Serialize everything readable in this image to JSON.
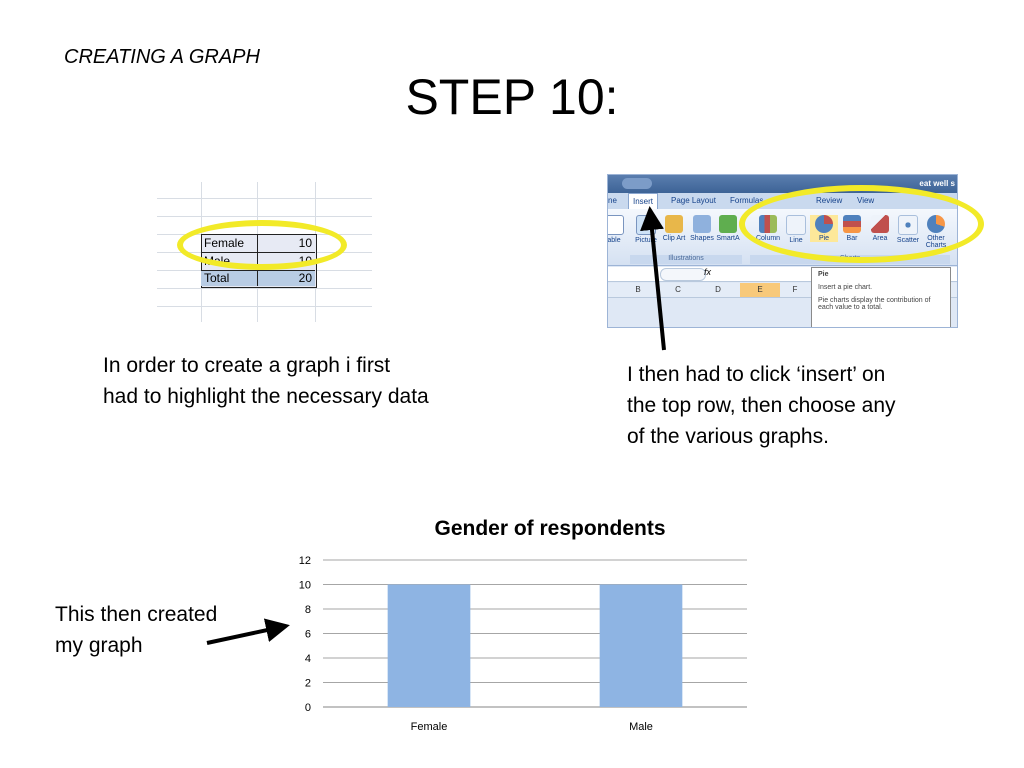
{
  "slide": {
    "subtitle": "CREATING A GRAPH",
    "title": "STEP 10:",
    "caption_left": [
      "In order to create a graph i first",
      "had to highlight the necessary data"
    ],
    "caption_right": [
      "I then had to click ‘insert’ on",
      "the top row, then choose any",
      "of the various graphs."
    ],
    "caption_bottom": [
      "This then created",
      "my graph"
    ]
  },
  "excel": {
    "rows": [
      {
        "label": "Female",
        "value": "10"
      },
      {
        "label": "Male",
        "value": "10"
      },
      {
        "label": "Total",
        "value": "20"
      }
    ],
    "accent": "#f2ea28"
  },
  "ribbon": {
    "window_title": "eat well s",
    "tabs": [
      "ne",
      "Insert",
      "Page Layout",
      "Formulas",
      "Review",
      "View"
    ],
    "active_tab": "Insert",
    "buttons": [
      "able",
      "Picture",
      "Clip Art",
      "Shapes",
      "SmartA",
      "Column",
      "Line",
      "Pie",
      "Bar",
      "Area",
      "Scatter",
      "Other Charts"
    ],
    "groups": [
      "Illustrations",
      "Charts"
    ],
    "formula_symbol": "fx",
    "columns": [
      "B",
      "C",
      "D",
      "E",
      "F"
    ],
    "tooltip": {
      "title": "Pie",
      "line1": "Insert a pie chart.",
      "line2": "Pie charts display the contribution of each value to a total."
    }
  },
  "chart_data": {
    "type": "bar",
    "title": "Gender of respondents",
    "categories": [
      "Female",
      "Male"
    ],
    "values": [
      10,
      10
    ],
    "ylim": [
      0,
      12
    ],
    "yticks": [
      0,
      2,
      4,
      6,
      8,
      10,
      12
    ],
    "grid": true,
    "bar_color": "#8eb4e3"
  }
}
